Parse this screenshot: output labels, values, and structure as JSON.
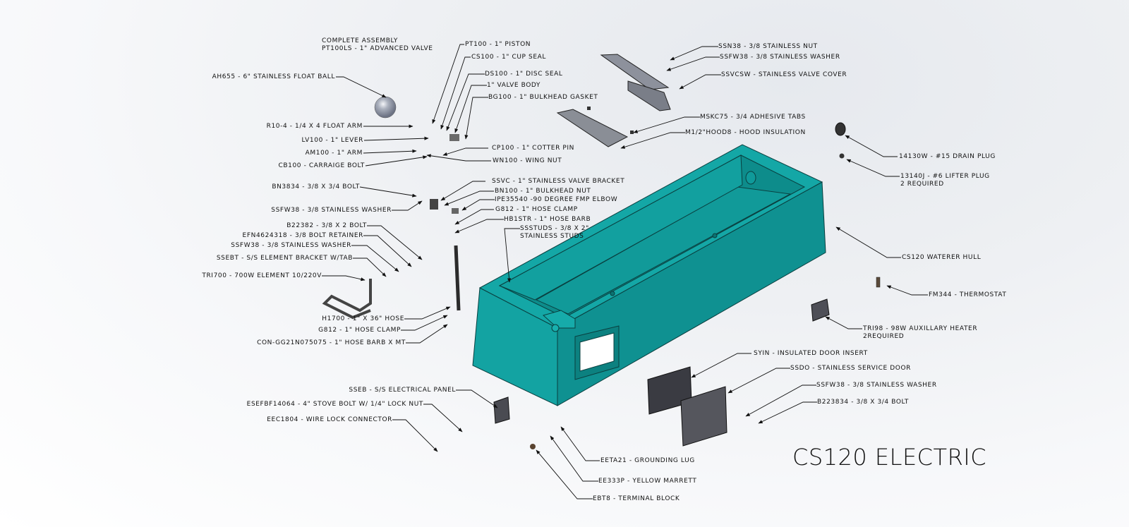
{
  "title": "CS120 ELECTRIC",
  "colors": {
    "hull": "#0f9a9a",
    "hull_dark": "#0b7e7e",
    "hull_light": "#16a9a8",
    "parts": "#8f929b",
    "text": "#111111"
  },
  "assembly_note": {
    "line1": "COMPLETE ASSEMBLY",
    "line2": "PT100LS - 1\" ADVANCED VALVE"
  },
  "labels": {
    "ah655": "AH655 - 6\" STAINLESS FLOAT BALL",
    "pt100": "PT100 - 1\" PISTON",
    "cs100": "CS100 - 1\" CUP SEAL",
    "ds100": "DS100 - 1\" DISC SEAL",
    "valve_body": "1\" VALVE BODY",
    "bg100": "BG100 - 1\" BULKHEAD GASKET",
    "r10": "R10-4 - 1/4 X 4 FLOAT ARM",
    "lv100": "LV100 - 1\" LEVER",
    "am100": "AM100 - 1\" ARM",
    "cb100": "CB100 - CARRAIGE BOLT",
    "cp100": "CP100 - 1\" COTTER PIN",
    "wn100": "WN100 - WING NUT",
    "ssn38": "SSN38 - 3/8 STAINLESS NUT",
    "ssfw38_top": "SSFW38 - 3/8 STAINLESS WASHER",
    "ssvcsw": "SSVCSW - STAINLESS VALVE COVER",
    "mskc75": "MSKC75 - 3/4 ADHESIVE TABS",
    "m1hood": "M1/2\"HOOD8 - HOOD INSULATION",
    "drain_plug": "14130W - #15 DRAIN PLUG",
    "lifter_plug": "13140J - #6 LIFTER PLUG",
    "lifter_plug_qty": "2 REQUIRED",
    "ssvc": "SSVC - 1\" STAINLESS VALVE BRACKET",
    "bn100": "BN100 - 1\" BULKHEAD NUT",
    "ipe": "IPE35540 -90 DEGREE FMP ELBOW",
    "g812_top": "G812 - 1\" HOSE CLAMP",
    "hb1str": "HB1STR - 1\" HOSE BARB",
    "ssstuds1": "SSSTUDS - 3/8 X 2\"",
    "ssstuds2": "STAINLESS STUDS",
    "bn3834": "BN3834 - 3/8 X 3/4 BOLT",
    "ssfw38_left": "SSFW38 - 3/8 STAINLESS WASHER",
    "b22382": "B22382 - 3/8 X 2 BOLT",
    "efn": "EFN4624318 - 3/8 BOLT RETAINER",
    "ssfw38_left2": "SSFW38 - 3/8 STAINLESS WASHER",
    "ssebt": "SSEBT - S/S ELEMENT BRACKET W/TAB",
    "tri700": "TRI700 - 700W ELEMENT 10/220V",
    "h1700": "H1700 - 1\" X 36\" HOSE",
    "g812_bottom": "G812 - 1\" HOSE CLAMP",
    "con": "CON-GG21N075075 - 1\" HOSE BARB X MT",
    "hull": "CS120 WATERER HULL",
    "fm344": "FM344 - THERMOSTAT",
    "tri98": "TRI98 - 98W AUXILLARY HEATER",
    "tri98_qty": "2REQUIRED",
    "syin": "SYIN - INSULATED DOOR INSERT",
    "ssdo": "SSDO - STAINLESS SERVICE DOOR",
    "ssfw38_right": "SSFW38 - 3/8 STAINLESS WASHER",
    "b223834": "B223834 - 3/8 X 3/4 BOLT",
    "sseb": "SSEB - S/S ELECTRICAL PANEL",
    "esefbf": "ESEFBF14064 - 4\" STOVE BOLT W/ 1/4\" LOCK NUT",
    "eec1804": "EEC1804 - WIRE LOCK CONNECTOR",
    "eeta21": "EETA21 - GROUNDING LUG",
    "ee333p": "EE333P - YELLOW MARRETT",
    "ebt8": "EBT8 - TERMINAL BLOCK"
  }
}
